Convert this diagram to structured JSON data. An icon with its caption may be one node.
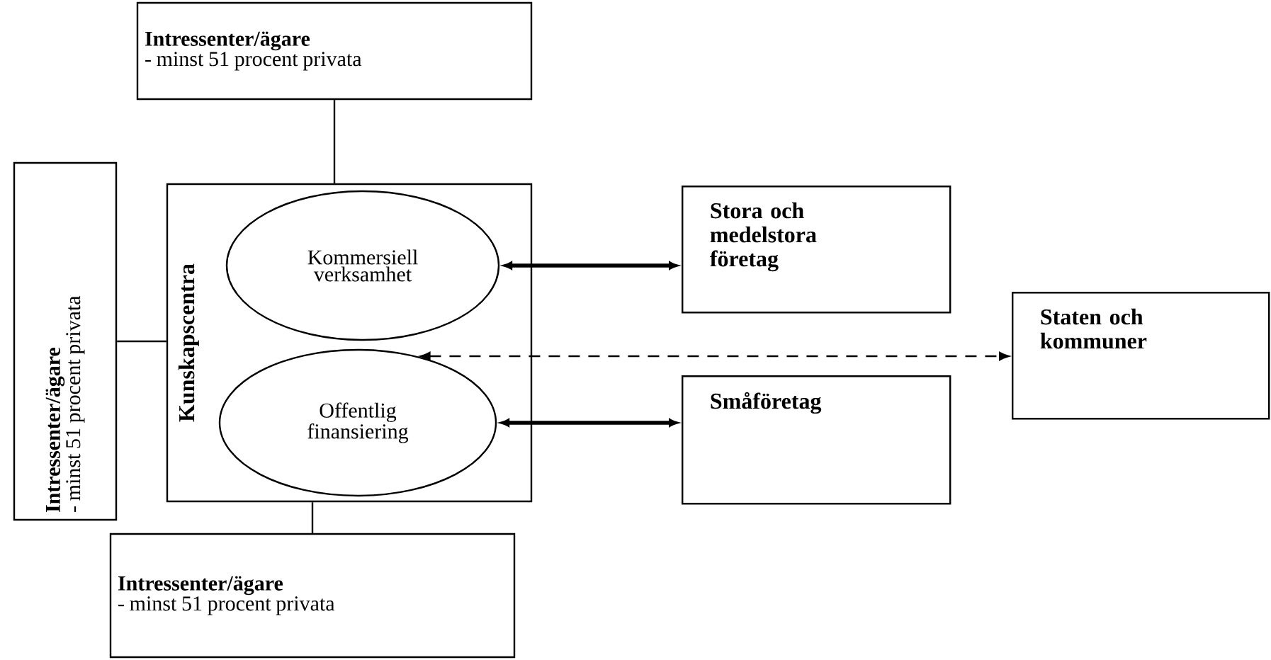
{
  "diagram": {
    "nodes": [
      {
        "text": [
          "Intressenter/ägare",
          "- minst 51 procent privata"
        ]
      },
      {
        "text": [
          "Intressenter/ägare",
          "- minst 51 procent privata"
        ]
      },
      {
        "text": [
          "Kunskapscentra"
        ]
      },
      {
        "text": [
          "Kommersiell verksamhet"
        ],
        "in": 2
      },
      {
        "text": [
          "Offentlig finansiering"
        ],
        "in": 2
      },
      {
        "text": [
          "Stora och medelstora företag"
        ]
      },
      {
        "text": [
          "Småföretag"
        ]
      },
      {
        "text": [
          "Staten och kommuner"
        ]
      },
      {
        "text": [
          "Intressenter/ägare",
          "- minst 51 procent privata"
        ]
      }
    ],
    "edges": [
      {
        "from": 0,
        "to": 2,
        "arrow": "none"
      },
      {
        "from": 1,
        "to": 2,
        "arrow": "none"
      },
      {
        "from": 2,
        "to": 8,
        "arrow": "none"
      },
      {
        "from": 3,
        "to": 5,
        "arrow": "both",
        "style": "thick"
      },
      {
        "from": 4,
        "to": 6,
        "arrow": "both",
        "style": "thick"
      },
      {
        "from": 4,
        "to": 7,
        "arrow": "both",
        "style": "dashed"
      }
    ]
  }
}
